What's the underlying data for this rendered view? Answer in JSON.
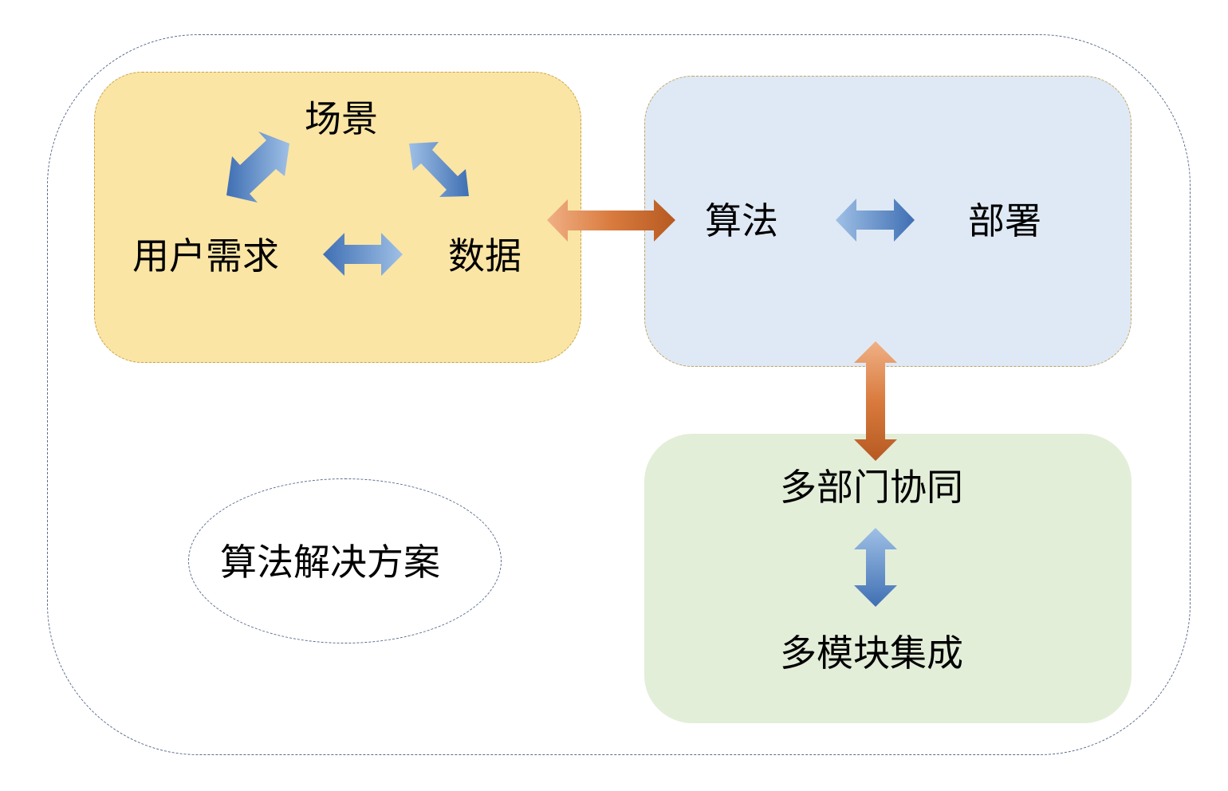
{
  "labels": {
    "scene": "场景",
    "user_needs": "用户需求",
    "data": "数据",
    "algorithm": "算法",
    "deployment": "部署",
    "multi_dept": "多部门协同",
    "multi_module": "多模块集成",
    "solution": "算法解决方案"
  },
  "colors": {
    "yellow_panel": "#fae5a5",
    "blue_panel": "#dfe9f5",
    "green_panel": "#e3eed9",
    "blue_arrow": "#4a78b8",
    "orange_arrow": "#d77a3a"
  }
}
